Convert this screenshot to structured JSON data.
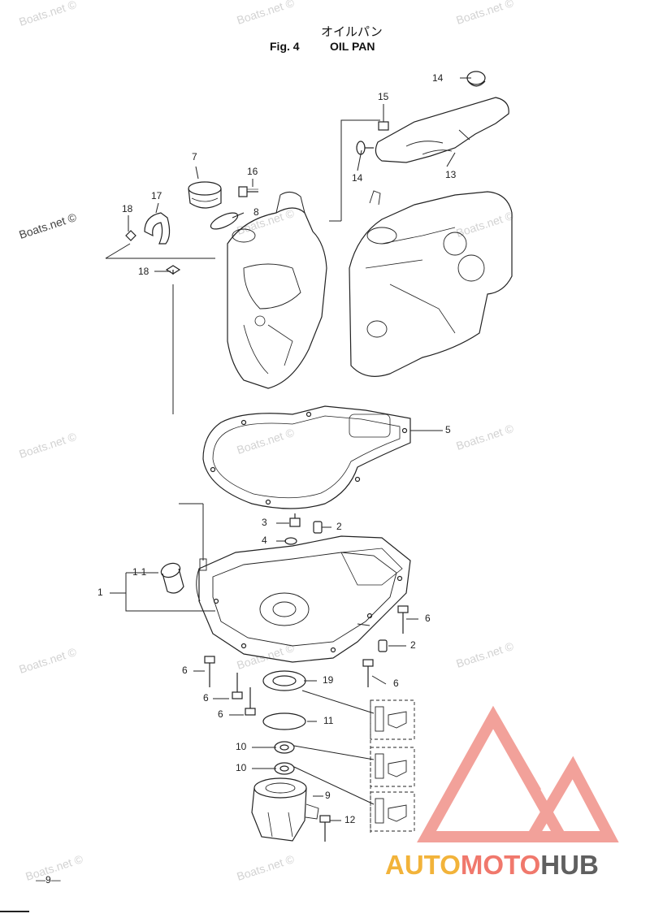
{
  "title": {
    "japanese": "オイルパン",
    "fig": "Fig. 4",
    "name": "OIL PAN"
  },
  "watermark": "Boats.net ©",
  "page_number": "—9—",
  "logo": {
    "part1": "AUTO",
    "part2": "MOTO",
    "part3": "HUB",
    "colors": {
      "auto": "#f2b33a",
      "moto": "#f0786c",
      "hub": "#5f5f5f"
    }
  },
  "callouts": {
    "c14a": "14",
    "c15": "15",
    "c14b": "14",
    "c13": "13",
    "c7": "7",
    "c16": "16",
    "c17": "17",
    "c18a": "18",
    "c8": "8",
    "c18b": "18",
    "c5": "5",
    "c3": "3",
    "c2a": "2",
    "c4": "4",
    "c11a": "1-1",
    "c1": "1",
    "c6a": "6",
    "c2b": "2",
    "c6b": "6",
    "c19": "19",
    "c6c": "6",
    "c6d": "6",
    "c6e": "6",
    "c11": "11",
    "c10a": "10",
    "c10b": "10",
    "c9": "9",
    "c12": "12"
  }
}
